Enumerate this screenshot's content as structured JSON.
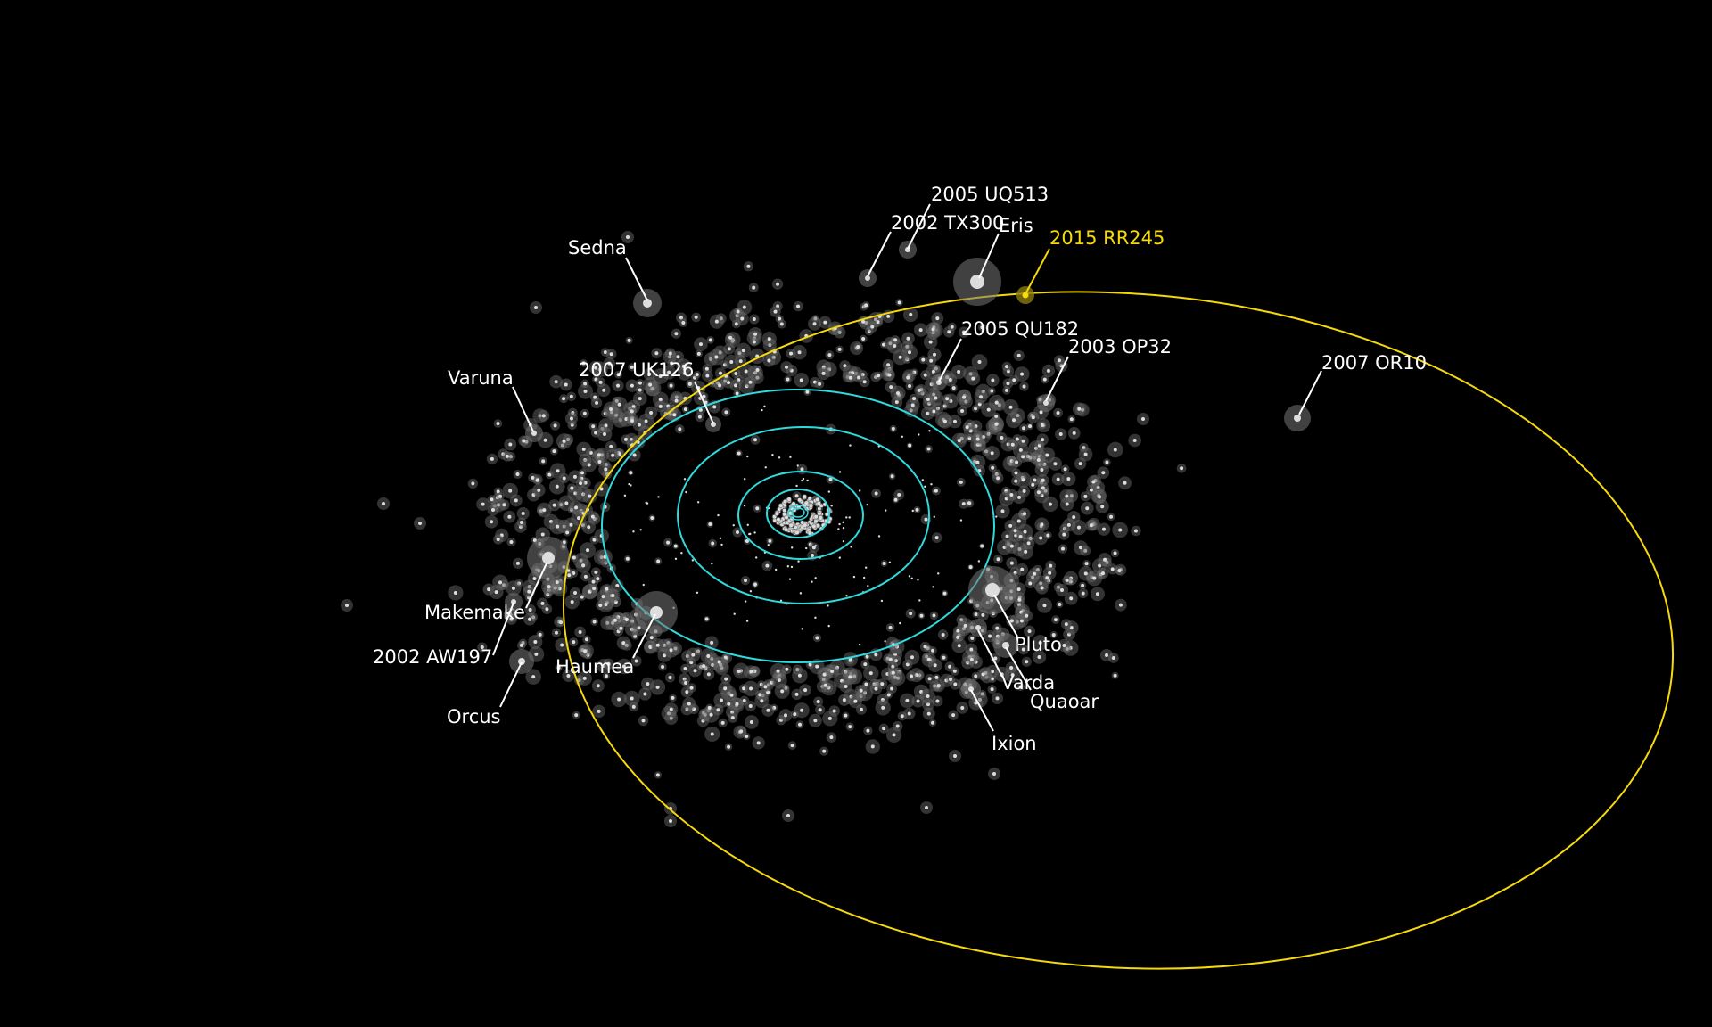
{
  "colors": {
    "background": "#000000",
    "planet_orbits": "#2fd9dc",
    "highlight": "#f5d90a",
    "labels": "#ffffff",
    "objects": "#dddddd"
  },
  "objects": {
    "sedna": "Sedna",
    "tx300": "2002 TX300",
    "uq513": "2005 UQ513",
    "eris": "Eris",
    "rr245": "2015 RR245",
    "qu182": "2005 QU182",
    "op32": "2003 OP32",
    "or10": "2007 OR10",
    "uk126": "2007 UK126",
    "varuna": "Varuna",
    "makemake": "Makemake",
    "aw197": "2002 AW197",
    "orcus": "Orcus",
    "haumea": "Haumea",
    "pluto": "Pluto",
    "varda": "Varda",
    "quaoar": "Quaoar",
    "ixion": "Ixion"
  }
}
